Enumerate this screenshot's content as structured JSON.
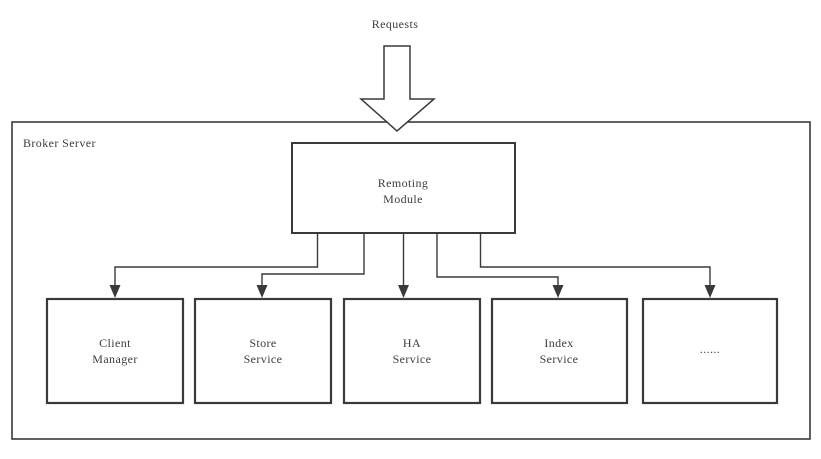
{
  "diagram": {
    "requests_label": "Requests",
    "broker": {
      "label": "Broker Server"
    },
    "remoting": {
      "line1": "Remoting",
      "line2": "Module"
    },
    "services": [
      {
        "line1": "Client",
        "line2": "Manager"
      },
      {
        "line1": "Store",
        "line2": "Service"
      },
      {
        "line1": "HA",
        "line2": "Service"
      },
      {
        "line1": "Index",
        "line2": "Service"
      },
      {
        "line1": "......",
        "line2": ""
      }
    ],
    "colors": {
      "stroke": "#3a3a3a",
      "text": "#3d3d3d",
      "background": "#ffffff"
    }
  }
}
